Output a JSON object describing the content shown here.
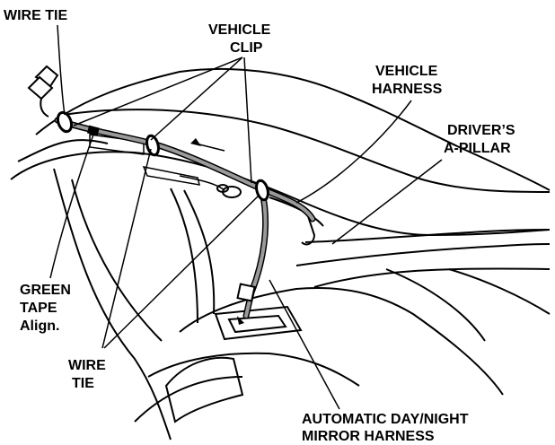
{
  "labels": {
    "wire_tie_top": "WIRE TIE",
    "vehicle_clip_1": "VEHICLE",
    "vehicle_clip_2": "CLIP",
    "vehicle_harness_1": "VEHICLE",
    "vehicle_harness_2": "HARNESS",
    "a_pillar_1": "DRIVER’S",
    "a_pillar_2": "A-PILLAR",
    "green_tape_1": "GREEN",
    "green_tape_2": "TAPE",
    "green_tape_3": "Align.",
    "wire_tie_bottom_1": "WIRE",
    "wire_tie_bottom_2": "TIE",
    "mirror_harness_1": "AUTOMATIC DAY/NIGHT",
    "mirror_harness_2": "MIRROR HARNESS"
  },
  "colors": {
    "line": "#000000",
    "harness_fill": "#9a9a9a",
    "background": "#ffffff"
  }
}
